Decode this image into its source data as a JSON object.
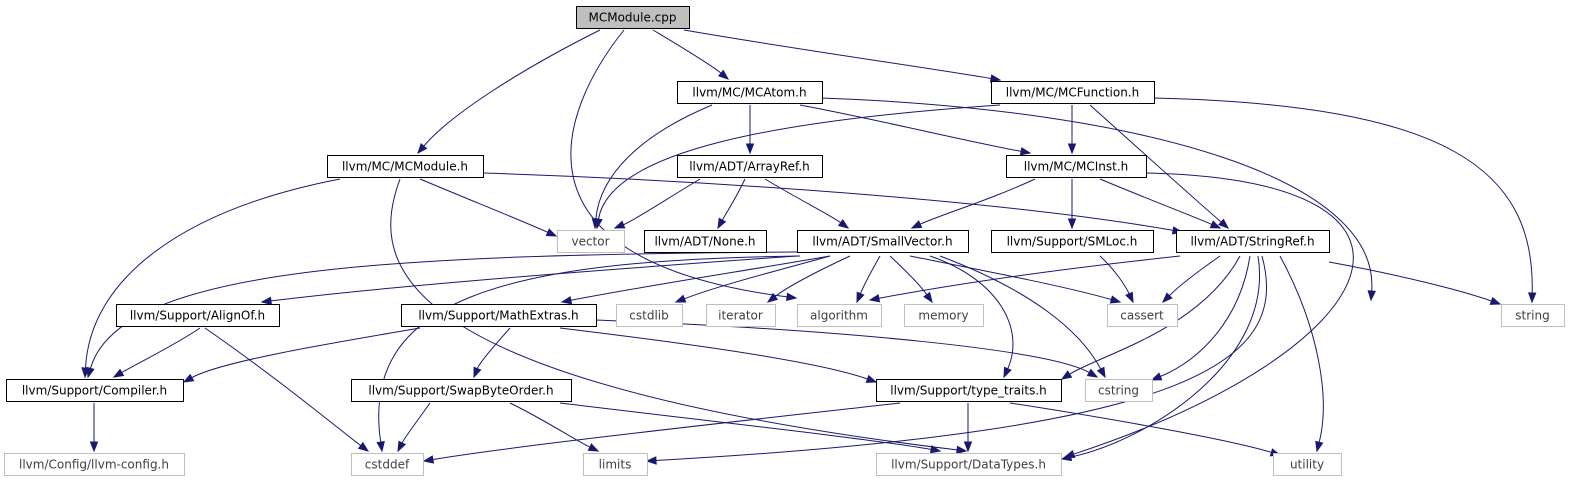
{
  "diagram": {
    "type": "include-dependency-graph",
    "colors": {
      "edge": "#191970",
      "root_fill": "#bfbfbf",
      "internal_border": "#000000",
      "external_border": "#bfbfbf",
      "external_text": "#404040"
    },
    "nodes": [
      {
        "id": "mcmodule_cpp",
        "label": "MCModule.cpp",
        "kind": "root"
      },
      {
        "id": "mcatom_h",
        "label": "llvm/MC/MCAtom.h",
        "kind": "internal"
      },
      {
        "id": "mcfunction_h",
        "label": "llvm/MC/MCFunction.h",
        "kind": "internal"
      },
      {
        "id": "mcmodule_h",
        "label": "llvm/MC/MCModule.h",
        "kind": "internal"
      },
      {
        "id": "arrayref_h",
        "label": "llvm/ADT/ArrayRef.h",
        "kind": "internal"
      },
      {
        "id": "mcinst_h",
        "label": "llvm/MC/MCInst.h",
        "kind": "internal"
      },
      {
        "id": "vector",
        "label": "vector",
        "kind": "external"
      },
      {
        "id": "none_h",
        "label": "llvm/ADT/None.h",
        "kind": "internal"
      },
      {
        "id": "smallvector_h",
        "label": "llvm/ADT/SmallVector.h",
        "kind": "internal"
      },
      {
        "id": "smloc_h",
        "label": "llvm/Support/SMLoc.h",
        "kind": "internal"
      },
      {
        "id": "stringref_h",
        "label": "llvm/ADT/StringRef.h",
        "kind": "internal"
      },
      {
        "id": "alignof_h",
        "label": "llvm/Support/AlignOf.h",
        "kind": "internal"
      },
      {
        "id": "mathextras_h",
        "label": "llvm/Support/MathExtras.h",
        "kind": "internal"
      },
      {
        "id": "cstdlib",
        "label": "cstdlib",
        "kind": "external"
      },
      {
        "id": "iterator",
        "label": "iterator",
        "kind": "external"
      },
      {
        "id": "algorithm",
        "label": "algorithm",
        "kind": "external"
      },
      {
        "id": "memory",
        "label": "memory",
        "kind": "external"
      },
      {
        "id": "cassert",
        "label": "cassert",
        "kind": "external"
      },
      {
        "id": "string",
        "label": "string",
        "kind": "external"
      },
      {
        "id": "compiler_h",
        "label": "llvm/Support/Compiler.h",
        "kind": "internal"
      },
      {
        "id": "swapbyteorder_h",
        "label": "llvm/Support/SwapByteOrder.h",
        "kind": "internal"
      },
      {
        "id": "type_traits_h",
        "label": "llvm/Support/type_traits.h",
        "kind": "internal"
      },
      {
        "id": "cstring",
        "label": "cstring",
        "kind": "external"
      },
      {
        "id": "llvm_config_h",
        "label": "llvm/Config/llvm-config.h",
        "kind": "external"
      },
      {
        "id": "cstddef",
        "label": "cstddef",
        "kind": "external"
      },
      {
        "id": "limits",
        "label": "limits",
        "kind": "external"
      },
      {
        "id": "datatypes_h",
        "label": "llvm/Support/DataTypes.h",
        "kind": "external"
      },
      {
        "id": "utility",
        "label": "utility",
        "kind": "external"
      }
    ],
    "edges": [
      [
        "mcmodule_cpp",
        "mcatom_h"
      ],
      [
        "mcmodule_cpp",
        "mcfunction_h"
      ],
      [
        "mcmodule_cpp",
        "mcmodule_h"
      ],
      [
        "mcmodule_cpp",
        "algorithm"
      ],
      [
        "mcatom_h",
        "arrayref_h"
      ],
      [
        "mcatom_h",
        "vector"
      ],
      [
        "mcatom_h",
        "mcinst_h"
      ],
      [
        "mcatom_h",
        "datatypes_h"
      ],
      [
        "mcfunction_h",
        "mcinst_h"
      ],
      [
        "mcfunction_h",
        "stringref_h"
      ],
      [
        "mcfunction_h",
        "vector"
      ],
      [
        "mcfunction_h",
        "string"
      ],
      [
        "mcmodule_h",
        "vector"
      ],
      [
        "mcmodule_h",
        "stringref_h"
      ],
      [
        "mcmodule_h",
        "compiler_h"
      ],
      [
        "mcmodule_h",
        "datatypes_h"
      ],
      [
        "arrayref_h",
        "vector"
      ],
      [
        "arrayref_h",
        "none_h"
      ],
      [
        "arrayref_h",
        "smallvector_h"
      ],
      [
        "mcinst_h",
        "smallvector_h"
      ],
      [
        "mcinst_h",
        "smloc_h"
      ],
      [
        "mcinst_h",
        "stringref_h"
      ],
      [
        "mcinst_h",
        "datatypes_h"
      ],
      [
        "smallvector_h",
        "alignof_h"
      ],
      [
        "smallvector_h",
        "mathextras_h"
      ],
      [
        "smallvector_h",
        "compiler_h"
      ],
      [
        "smallvector_h",
        "cstdlib"
      ],
      [
        "smallvector_h",
        "iterator"
      ],
      [
        "smallvector_h",
        "algorithm"
      ],
      [
        "smallvector_h",
        "memory"
      ],
      [
        "smallvector_h",
        "cassert"
      ],
      [
        "smallvector_h",
        "type_traits_h"
      ],
      [
        "smallvector_h",
        "cstring"
      ],
      [
        "smallvector_h",
        "cstddef"
      ],
      [
        "smloc_h",
        "cassert"
      ],
      [
        "stringref_h",
        "algorithm"
      ],
      [
        "stringref_h",
        "cassert"
      ],
      [
        "stringref_h",
        "string"
      ],
      [
        "stringref_h",
        "type_traits_h"
      ],
      [
        "stringref_h",
        "cstring"
      ],
      [
        "stringref_h",
        "limits"
      ],
      [
        "stringref_h",
        "utility"
      ],
      [
        "stringref_h",
        "datatypes_h"
      ],
      [
        "alignof_h",
        "compiler_h"
      ],
      [
        "alignof_h",
        "cstddef"
      ],
      [
        "mathextras_h",
        "compiler_h"
      ],
      [
        "mathextras_h",
        "swapbyteorder_h"
      ],
      [
        "mathextras_h",
        "type_traits_h"
      ],
      [
        "mathextras_h",
        "cstring"
      ],
      [
        "compiler_h",
        "llvm_config_h"
      ],
      [
        "swapbyteorder_h",
        "cstddef"
      ],
      [
        "swapbyteorder_h",
        "limits"
      ],
      [
        "swapbyteorder_h",
        "datatypes_h"
      ],
      [
        "type_traits_h",
        "cstddef"
      ],
      [
        "type_traits_h",
        "datatypes_h"
      ],
      [
        "type_traits_h",
        "utility"
      ]
    ]
  }
}
